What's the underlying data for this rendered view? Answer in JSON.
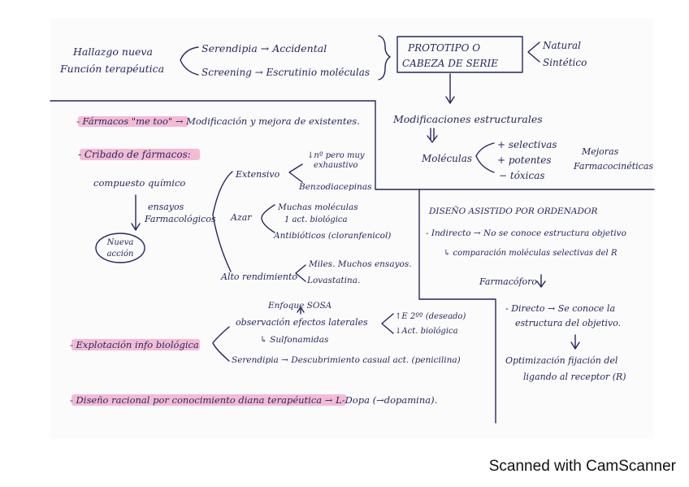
{
  "hallazgo": {
    "line1": "Hallazgo nueva",
    "line2": "Función terapéutica"
  },
  "serendipia_top": "Serendipia → Accidental",
  "screening": "Screening → Escrutinio moléculas",
  "prototipo": {
    "line1": "PROTOTIPO O",
    "line2": "CABEZA DE SERIE"
  },
  "natural": "Natural",
  "sintetico": "Sintético",
  "modificaciones": "Modificaciones estructurales",
  "moleculas": "Moléculas",
  "mas_selectivas": "+ selectivas",
  "mas_potentes": "+ potentes",
  "menos_toxicas": "− tóxicas",
  "mejoras": {
    "line1": "Mejoras",
    "line2": "Farmacocinéticas"
  },
  "me_too": "- Fármacos \"me too\" → Modificación y mejora de existentes.",
  "cribado": "- Cribado de fármacos:",
  "compuesto": "compuesto químico",
  "ensayos": {
    "line1": "ensayos",
    "line2": "Farmacológicos"
  },
  "nueva_accion": {
    "line1": "Nueva",
    "line2": "acción"
  },
  "extensivo": "Extensivo",
  "no_pero": {
    "line1": "↓nº pero muy",
    "line2": "exhaustivo"
  },
  "benzodiacepinas": "Benzodiacepinas",
  "azar": "Azar",
  "muchas_moleculas": {
    "line1": "Muchas moléculas",
    "line2": "1 act. biológica"
  },
  "antibioticos": "Antibióticos (cloranfenicol)",
  "alto_rendimiento": "Alto rendimiento",
  "miles": "Miles. Muchos ensayos.",
  "lovastatina": "Lovastatina.",
  "diseno_ordenador": "DISEÑO ASISTIDO POR ORDENADOR",
  "indirecto": "- Indirecto → No se conoce estructura objetivo",
  "comparacion": "↳ comparación moléculas selectivas del R",
  "farmacoforo": "Farmacóforo",
  "enfoque": "Enfoque SOSA",
  "observacion": "observación efectos laterales",
  "e2": "↑E 2ºº (deseado)",
  "act_biologica": "↓Act. biológica",
  "sulfonamidas": "↳ Sulfonamidas",
  "explotacion": "- Explotación info biológica",
  "serendipia_bottom": "Serendipia → Descubrimiento casual act. (penicilina)",
  "directo": {
    "line1": "- Directo → Se conoce la",
    "line2": "estructura del objetivo."
  },
  "optimizacion": {
    "line1": "Optimización fijación del",
    "line2": "ligando al receptor (R)"
  },
  "diseno_racional": "- Diseño racional por conocimiento diana terapéutica → L-Dopa (→dopamina).",
  "footer": "Scanned with CamScanner"
}
